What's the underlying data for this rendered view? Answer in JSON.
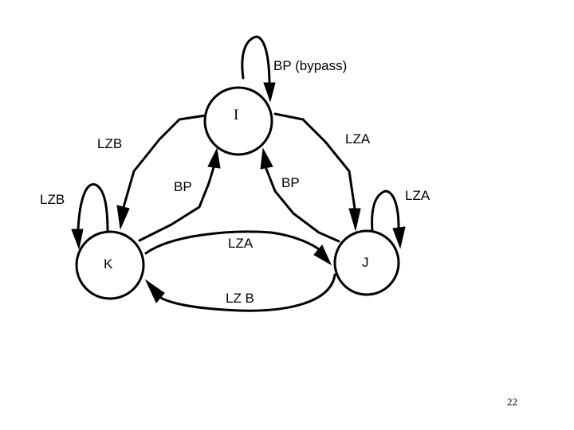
{
  "diagram": {
    "states": {
      "i": "I",
      "k": "K",
      "j": "J"
    },
    "labels": {
      "self_i": "BP (bypass)",
      "i_to_k": "LZB",
      "i_to_j": "LZA",
      "k_to_i": "BP",
      "j_to_i": "BP",
      "self_k": "LZB",
      "self_j": "LZA",
      "k_to_j": "LZA",
      "j_to_k": "LZ B"
    }
  },
  "footer": {
    "page_number": "22"
  }
}
